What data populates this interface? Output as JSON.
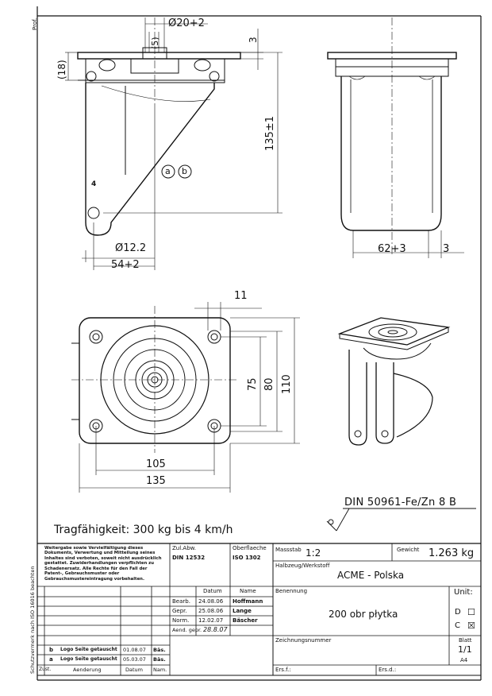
{
  "margin": {
    "top_left": "Prof.",
    "left_vertical": "Schutzvermerk nach ISO 16016 beachten"
  },
  "dimensions": {
    "d_plate": "Ø20+2",
    "five": "(5)",
    "three_top": "3",
    "eighteen": "(18)",
    "height": "135±1",
    "a": "a",
    "b": "b",
    "four": "4",
    "d_hole": "Ø12.2",
    "offset": "54+2",
    "width_fork": "62+3",
    "three_side": "3",
    "eleven": "11",
    "seventy_five": "75",
    "eighty": "80",
    "one_ten": "110",
    "one_oh_five": "105",
    "one_thirty_five": "135"
  },
  "notes": {
    "din": "DIN 50961-Fe/Zn 8 B",
    "capacity": "Tragfähigkeit: 300 kg bis 4 km/h"
  },
  "title_block": {
    "copyright": "Weitergabe sowie Vervielfältigung dieses Dokuments, Verwertung und Mitteilung seines Inhaltes sind verboten, soweit nicht ausdrücklich gestattet. Zuwiderhandlungen verpflichten zu Schadenersatz. Alle Rechte für den Fall der Patent-, Gebrauchsmuster oder Gebrauchsmustereintragung vorbehalten.",
    "zul_abw_label": "Zul.Abw.",
    "zul_abw_value": "DIN 12532",
    "surface_label": "Oberflaeche",
    "surface_value": "ISO 1302",
    "scale_label": "Massstab",
    "scale_value": "1:2",
    "weight_label": "Gewicht",
    "weight_value": "1.263 kg",
    "material_label": "Halbzeug/Werkstoff",
    "material_value": "ACME - Polska",
    "date_header": "Datum",
    "name_header": "Name",
    "rows": [
      {
        "label": "Bearb.",
        "date": "24.08.06",
        "name": "Hoffmann"
      },
      {
        "label": "Gepr.",
        "date": "25.08.06",
        "name": "Lange"
      },
      {
        "label": "Norm.",
        "date": "12.02.07",
        "name": "Bäscher"
      },
      {
        "label": "Aend. gepr.",
        "date": "28.8.07",
        "name": ""
      }
    ],
    "designation_label": "Benennung",
    "designation_value": "200 obr płytka",
    "unit_label": "Unit:",
    "unit_d": "D",
    "unit_c": "C",
    "unit_c_checked": "☒",
    "unit_d_box": "☐",
    "drawing_no_label": "Zeichnungsnummer",
    "sheet_label": "Blatt",
    "sheet_value": "1/1",
    "format": "A4",
    "ers_f_label": "Ers.f.:",
    "ers_d_label": "Ers.d.:",
    "revisions": [
      {
        "code": "b",
        "text": "Logo Seite getauscht",
        "date": "01.08.07",
        "name": "Bäs."
      },
      {
        "code": "a",
        "text": "Logo Seite getauscht",
        "date": "05.03.07",
        "name": "Bäs."
      }
    ],
    "rev_headers": {
      "zust": "Zust.",
      "aenderung": "Aenderung",
      "datum": "Datum",
      "nam": "Nam."
    }
  }
}
